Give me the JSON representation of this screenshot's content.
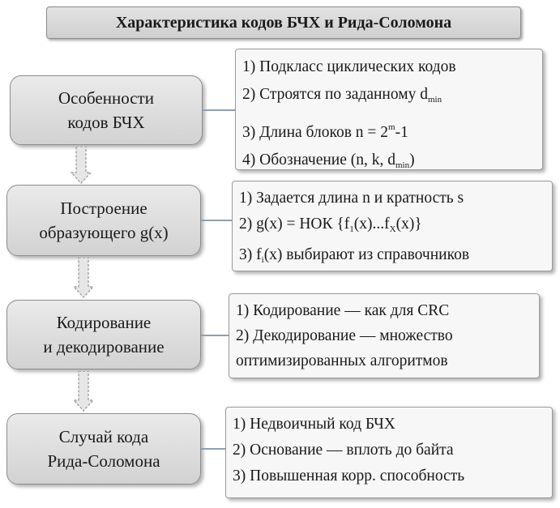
{
  "title": "Характеристика кодов БЧХ и Рида-Соломона",
  "blocks": [
    {
      "label": [
        "Особенности",
        "кодов БЧХ"
      ],
      "items": [
        {
          "text": "1) Подкласс циклических кодов"
        },
        {
          "text": "2) Строятся по заданному d",
          "sub": "min"
        },
        {
          "text": "3) Длина блоков n = 2",
          "sup": "m",
          "tail": "-1"
        },
        {
          "text": "4) Обозначение (n, k, d",
          "sub": "min",
          "tail": ")"
        }
      ]
    },
    {
      "label": [
        "Построение",
        "образующего g(x)"
      ],
      "items": [
        {
          "text": "1) Задается длина n и кратность s"
        },
        {
          "text": "2) g(x) = НОК {f",
          "sub": "1",
          "mid": "(x)...f",
          "sub2": "X",
          "tail": "(x)}"
        },
        {
          "text": "3) f",
          "sub": "i",
          "tail": "(x) выбирают из справочников"
        }
      ]
    },
    {
      "label": [
        "Кодирование",
        "и декодирование"
      ],
      "items": [
        {
          "text": "1) Кодирование — как для CRC"
        },
        {
          "text": "2) Декодирование — множество"
        },
        {
          "text": "оптимизированных алгоритмов"
        }
      ]
    },
    {
      "label": [
        "Случай кода",
        "Рида-Соломона"
      ],
      "items": [
        {
          "text": "1) Недвоичный код БЧХ"
        },
        {
          "text": "2) Основание — вплоть до байта"
        },
        {
          "text": "3) Повышенная корр. способность"
        }
      ]
    }
  ]
}
